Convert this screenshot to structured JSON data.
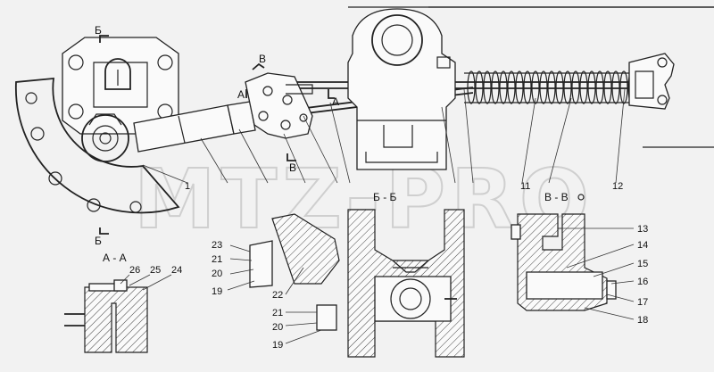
{
  "watermark": "MTZ-PRO",
  "section_titles": {
    "aa": "А - А",
    "bb": "Б - Б",
    "vv": "В - В"
  },
  "cut_marks": {
    "b_top": "Б",
    "b_bottom": "Б",
    "v_top": "В",
    "v_bottom": "В",
    "a_left": "А",
    "a_right": "А"
  },
  "callouts": {
    "n1": "1",
    "n11": "11",
    "n12": "12",
    "n13": "13",
    "n14": "14",
    "n15": "15",
    "n16": "16",
    "n17": "17",
    "n18": "18",
    "n19a": "19",
    "n19b": "19",
    "n20a": "20",
    "n20b": "20",
    "n21a": "21",
    "n21b": "21",
    "n22": "22",
    "n23": "23",
    "n24": "24",
    "n25": "25",
    "n26": "26"
  }
}
